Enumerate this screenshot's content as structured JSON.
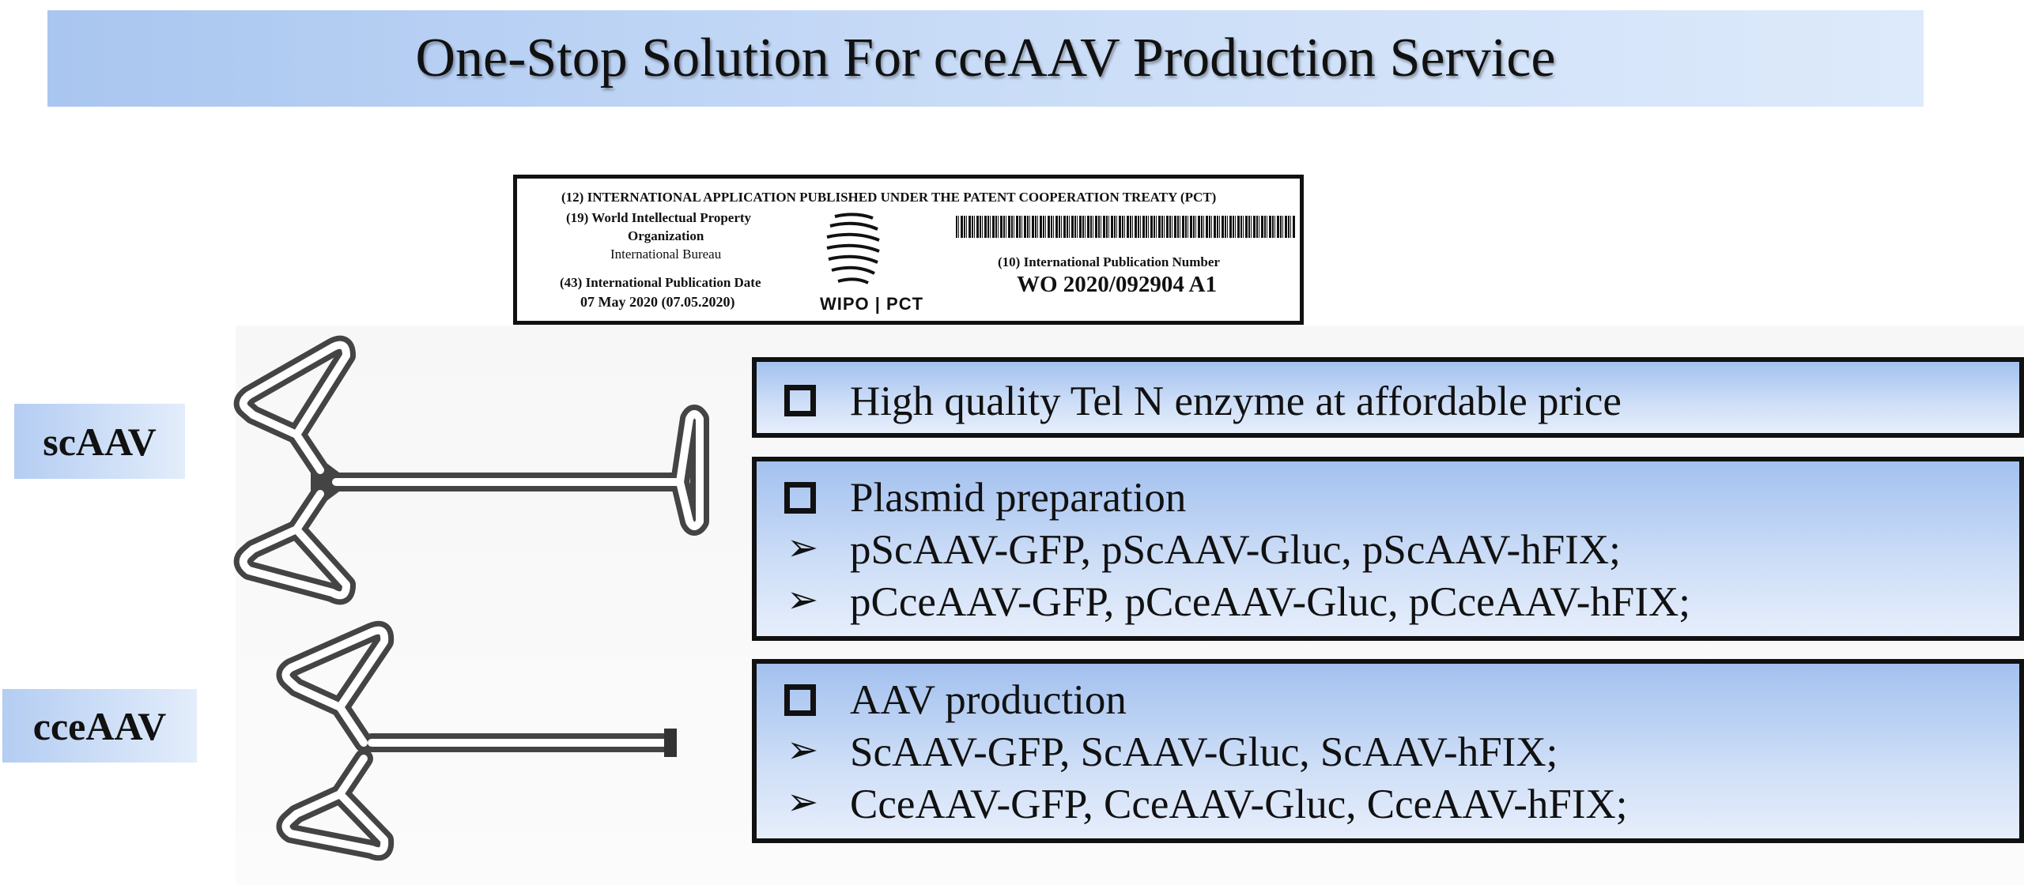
{
  "title": "One-Stop Solution For cceAAV Production Service",
  "patent": {
    "header": "(12) INTERNATIONAL APPLICATION PUBLISHED UNDER THE PATENT COOPERATION TREATY (PCT)",
    "org_line1": "(19) World Intellectual Property",
    "org_line2": "Organization",
    "bureau": "International Bureau",
    "date_label": "(43) International Publication Date",
    "date": "07 May 2020 (07.05.2020)",
    "logo_text": "WIPO | PCT",
    "number_label": "(10) International Publication Number",
    "number": "WO 2020/092904 A1"
  },
  "labels": {
    "sc": "scAAV",
    "cce": "cceAAV"
  },
  "boxes": {
    "enzyme": {
      "header": "High quality Tel N enzyme at affordable price"
    },
    "plasmid": {
      "header": "Plasmid preparation",
      "items": [
        "pScAAV-GFP, pScAAV-Gluc, pScAAV-hFIX;",
        "pCceAAV-GFP, pCceAAV-Gluc, pCceAAV-hFIX;"
      ]
    },
    "production": {
      "header": "AAV production",
      "items": [
        "ScAAV-GFP, ScAAV-Gluc, ScAAV-hFIX;",
        "CceAAV-GFP, CceAAV-Gluc, CceAAV-hFIX;"
      ]
    }
  },
  "icons": {
    "bullet_square": "hollow-square-bullet",
    "bullet_arrow": "arrowhead-bullet",
    "symbol_arrow": "➢"
  }
}
